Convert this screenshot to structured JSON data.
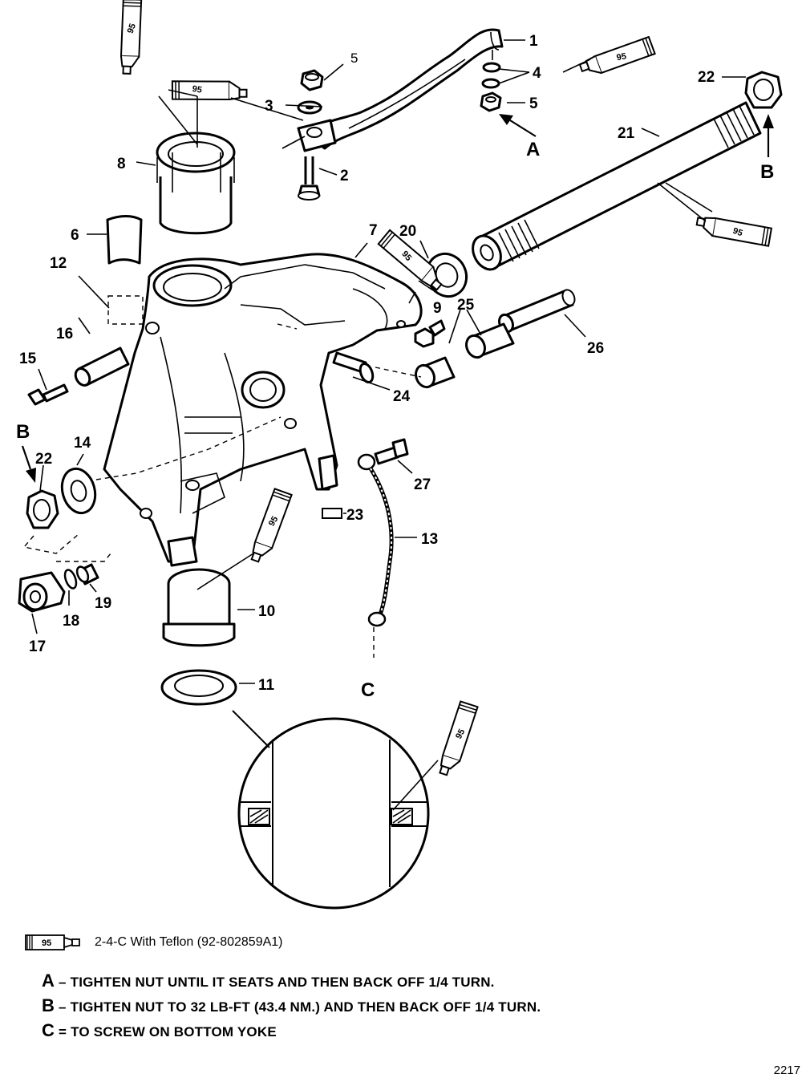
{
  "sealant_code": "95",
  "legend": {
    "tube_label": "95",
    "text": "2-4-C With Teflon (92-802859A1)"
  },
  "notes": [
    {
      "key": "A",
      "sep": " – ",
      "text": "TIGHTEN  NUT UNTIL IT SEATS AND THEN BACK OFF 1/4 TURN."
    },
    {
      "key": "B",
      "sep": " – ",
      "text": "TIGHTEN NUT TO 32 LB-FT (43.4 NM.) AND THEN BACK OFF 1/4 TURN."
    },
    {
      "key": "C",
      "sep": " = ",
      "text": "TO SCREW ON BOTTOM YOKE"
    }
  ],
  "figure_number": "2217",
  "callout_letters": {
    "a": "A",
    "b": "B",
    "c": "C"
  },
  "part_numbers": [
    "1",
    "2",
    "3",
    "4",
    "5",
    "6",
    "7",
    "8",
    "9",
    "10",
    "11",
    "12",
    "13",
    "14",
    "15",
    "16",
    "17",
    "18",
    "19",
    "20",
    "21",
    "22",
    "23",
    "24",
    "25",
    "26",
    "27"
  ]
}
